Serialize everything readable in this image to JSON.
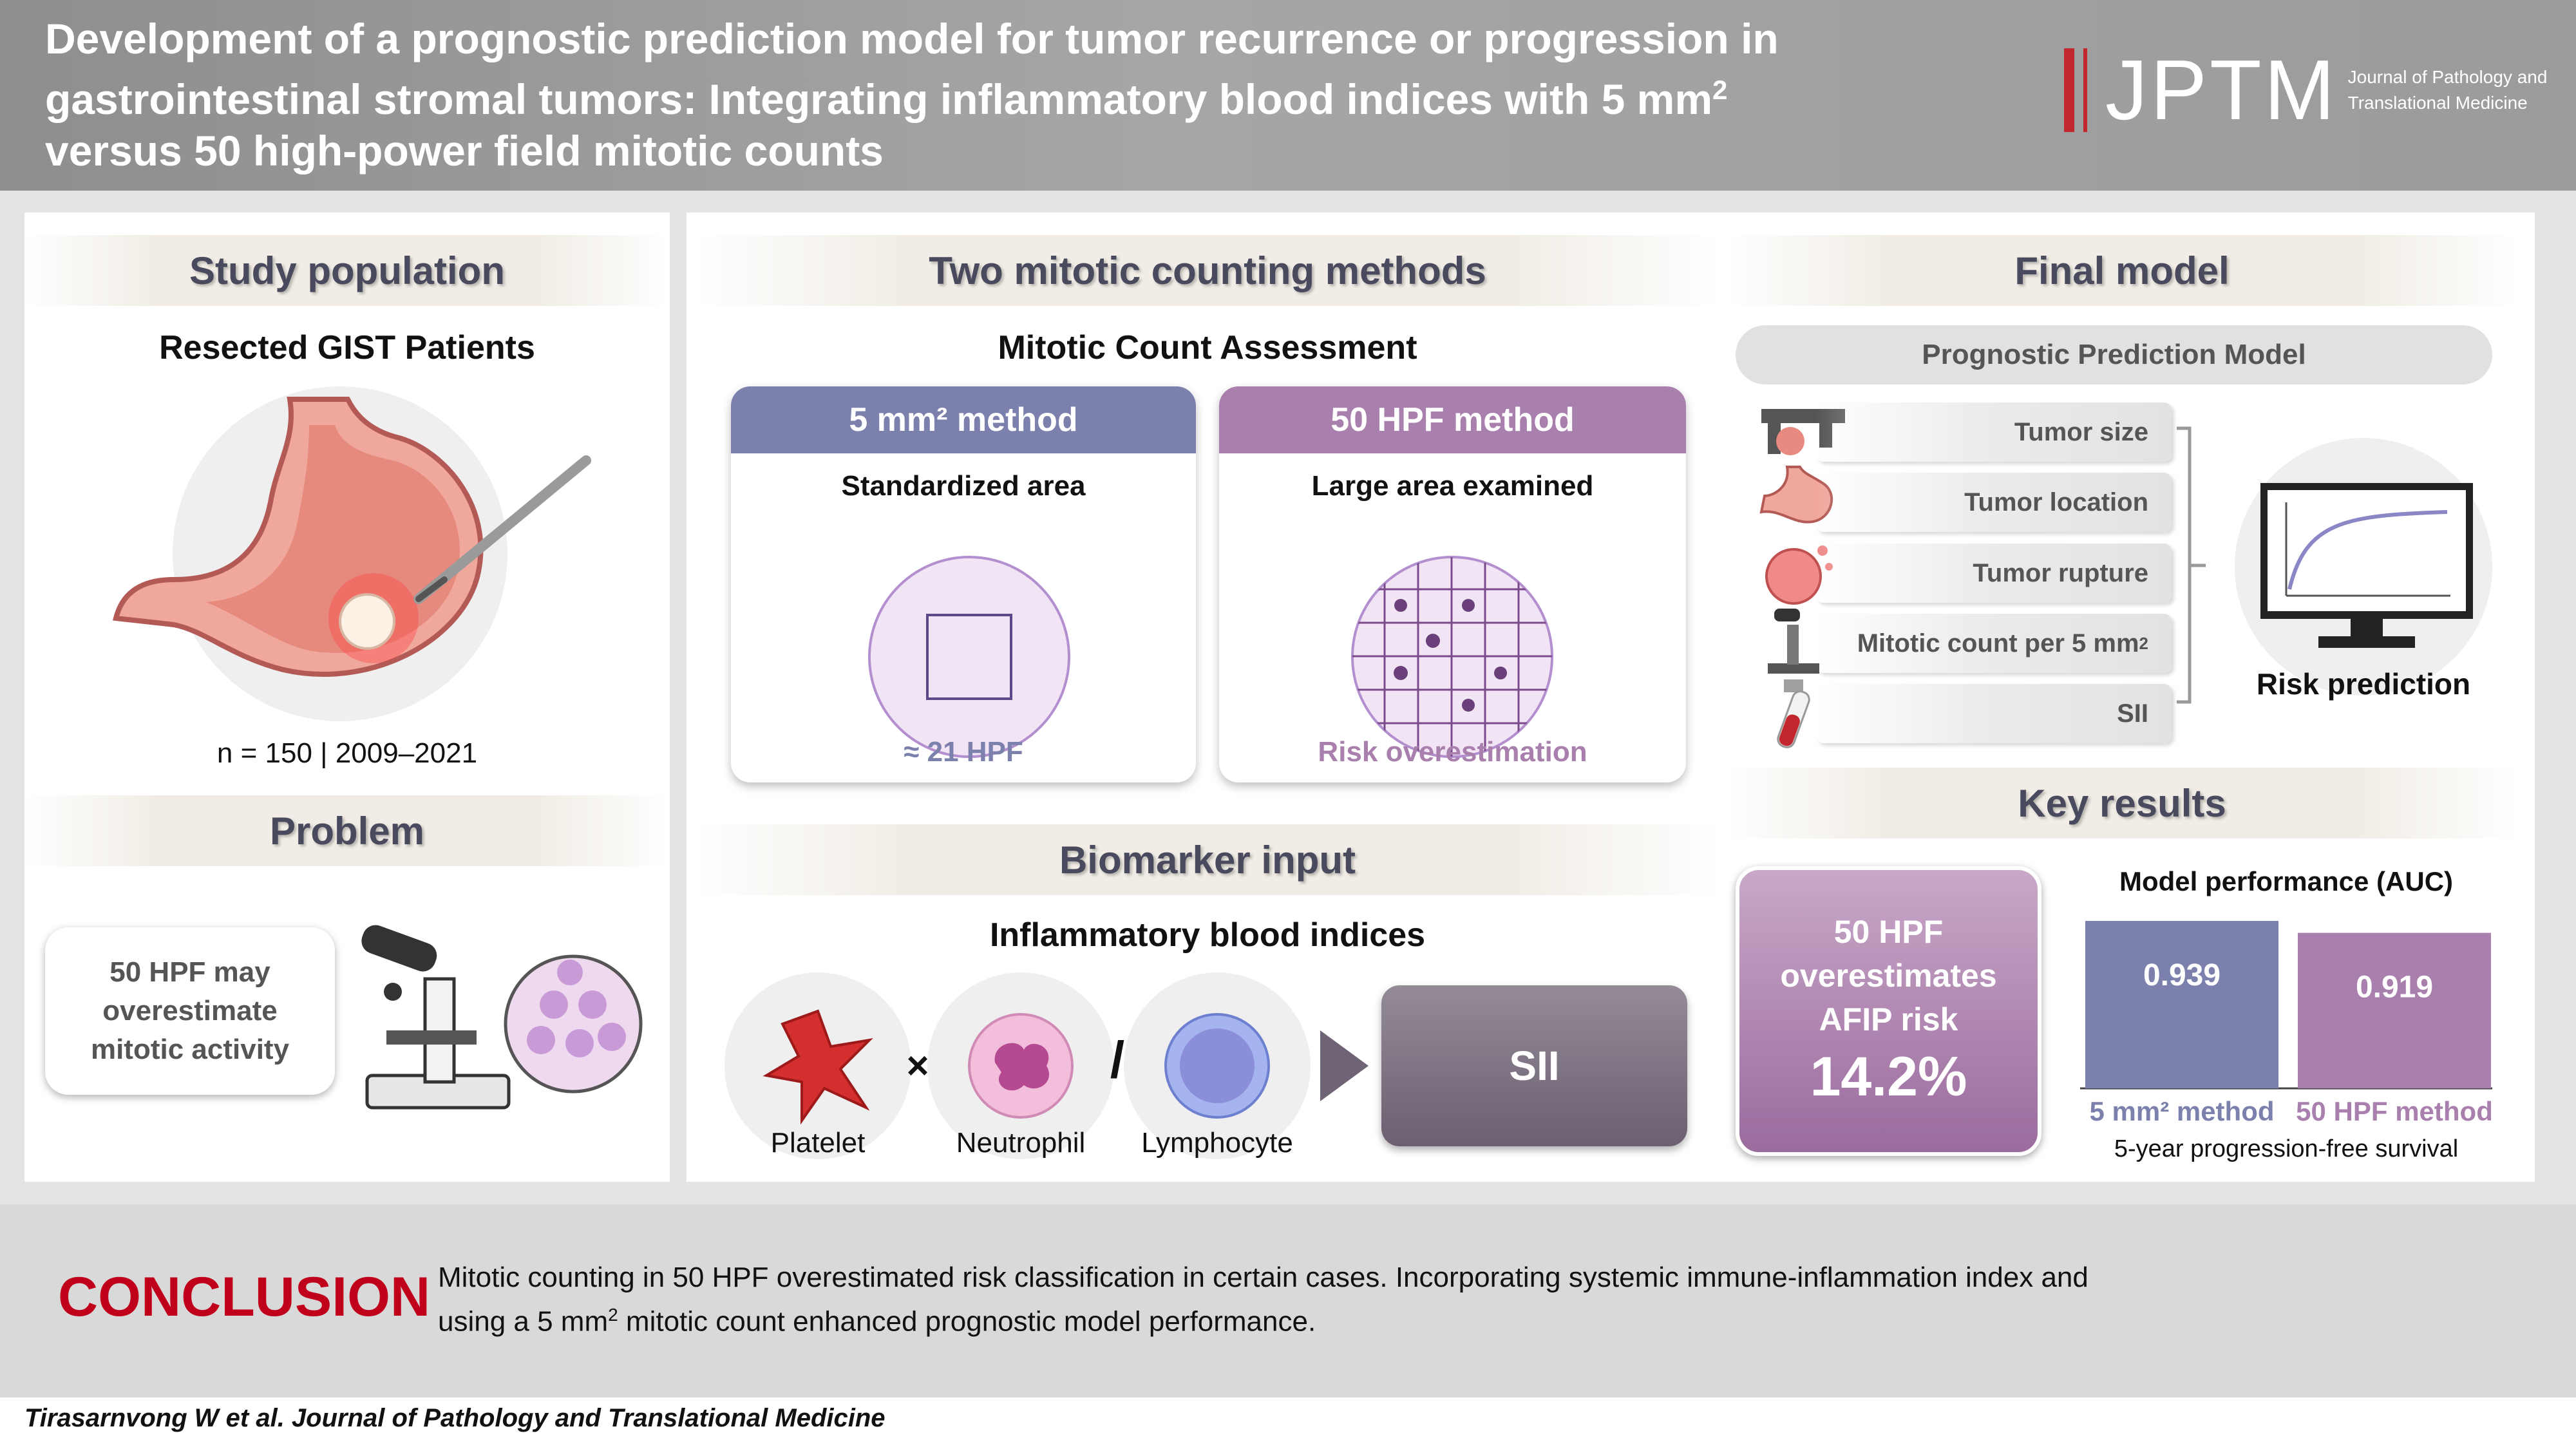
{
  "header": {
    "title_line1": "Development of a prognostic prediction model for tumor recurrence or progression in",
    "title_line2a": "gastrointestinal stromal tumors: Integrating inflammatory blood indices with 5 mm",
    "title_line2b": "2",
    "title_line3": "versus 50 high-power field mitotic counts",
    "logo": "JPTM",
    "journal_line1": "Journal of Pathology and",
    "journal_line2": "Translational Medicine"
  },
  "study": {
    "title": "Study population",
    "subtitle": "Resected GIST Patients",
    "summary": "n = 150 | 2009–2021"
  },
  "problem": {
    "title": "Problem",
    "bubble_line1": "50 HPF may",
    "bubble_line2": "overestimate",
    "bubble_line3": "mitotic activity"
  },
  "methods": {
    "title": "Two mitotic counting methods",
    "subtitle": "Mitotic Count Assessment",
    "card1": {
      "head": "5 mm² method",
      "sub": "Standardized area",
      "foot": "≈ 21 HPF"
    },
    "card2": {
      "head": "50 HPF method",
      "sub": "Large area examined",
      "foot": "Risk overestimation"
    }
  },
  "biomarker": {
    "title": "Biomarker input",
    "subtitle": "Inflammatory blood indices",
    "platelet": "Platelet",
    "neutrophil": "Neutrophil",
    "lymphocyte": "Lymphocyte",
    "times": "×",
    "divide": "/",
    "result": "SII"
  },
  "final_model": {
    "title": "Final model",
    "model_label": "Prognostic Prediction Model",
    "factors": [
      "Tumor size",
      "Tumor location",
      "Tumor rupture",
      "Mitotic count per 5 mm",
      "SII"
    ],
    "factor4_sup": "2",
    "output": "Risk prediction"
  },
  "key_results": {
    "title": "Key results",
    "box_line1": "50 HPF",
    "box_line2": "overestimates",
    "box_line3": "AFIP risk",
    "box_value": "14.2%",
    "chart_title": "Model performance (AUC)",
    "chart_caption": "5-year progression-free survival"
  },
  "chart_data": {
    "type": "bar",
    "title": "Model performance (AUC)",
    "categories": [
      "5 mm² method",
      "50 HPF method"
    ],
    "values": [
      0.939,
      0.919
    ],
    "value_labels": [
      "0.939",
      "0.919"
    ],
    "xlabel": "5-year progression-free survival",
    "colors": [
      "#7c80ad",
      "#a97fad"
    ]
  },
  "conclusion": {
    "label": "CONCLUSION",
    "text_line1": "Mitotic counting in 50 HPF overestimated risk classification in certain cases. Incorporating systemic immune-inflammation index and",
    "text_line2a": "using a 5 mm",
    "text_line2b": "2",
    "text_line2c": " mitotic count enhanced prognostic model performance."
  },
  "footer": {
    "citation": "Tirasarnvong W et al. Journal of Pathology and Translational Medicine"
  },
  "colors": {
    "method5": "#7c80ad",
    "method50": "#a97fad",
    "accent_red": "#c0001a"
  }
}
